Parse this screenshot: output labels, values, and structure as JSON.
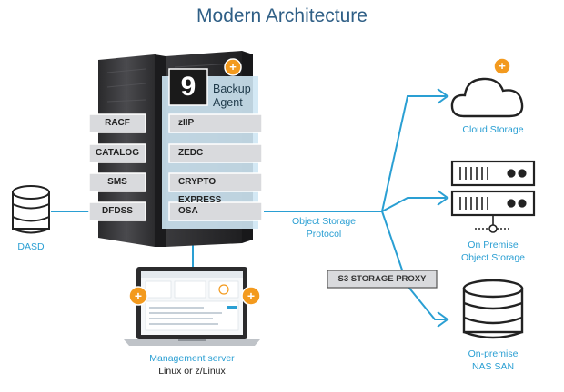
{
  "title": "Modern Architecture",
  "agent": {
    "number": "9",
    "line1": "Backup",
    "line2": "Agent"
  },
  "left_modules": [
    "RACF",
    "CATALOG",
    "SMS",
    "DFDSS"
  ],
  "right_modules": [
    "zIIP",
    "ZEDC",
    "CRYPTO EXPRESS",
    "OSA"
  ],
  "dasd_label": "DASD",
  "protocol": {
    "line1": "Object Storage",
    "line2": "Protocol"
  },
  "proxy_label": "S3 STORAGE PROXY",
  "targets": {
    "cloud": "Cloud Storage",
    "onprem_line1": "On Premise",
    "onprem_line2": "Object Storage",
    "nas_line1": "On-premise",
    "nas_line2": "NAS SAN"
  },
  "management": {
    "line1": "Management server",
    "line2": "Linux or z/Linux"
  },
  "plus_symbol": "+",
  "colors": {
    "accent_blue": "#2a9fd3",
    "plus_orange": "#f39a1e",
    "title_blue": "#2f5f86"
  }
}
